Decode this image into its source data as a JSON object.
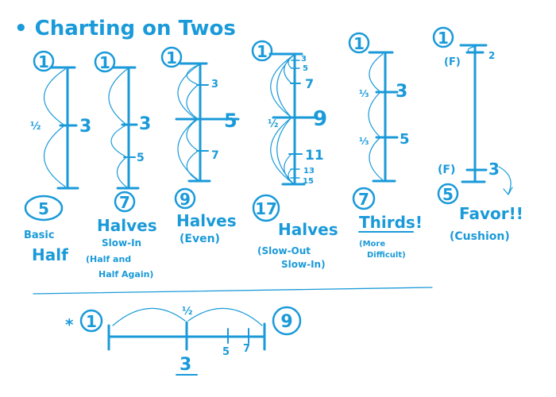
{
  "title": "• Charting on Twos",
  "colors": {
    "ink": "#1a9ad9",
    "background": "#ffffff"
  },
  "charts": [
    {
      "key_top": "1",
      "key_bottom": "5",
      "breakdowns": [
        "3"
      ],
      "marks": [
        "3"
      ],
      "arc_label": "½",
      "caption": [
        "Basic",
        "Half"
      ]
    },
    {
      "key_top": "1",
      "key_bottom": "7",
      "breakdowns": [
        "3"
      ],
      "marks": [
        "3",
        "5"
      ],
      "caption": [
        "Halves",
        "Slow-In",
        "(Half and",
        "Half Again)"
      ]
    },
    {
      "key_top": "1",
      "key_bottom": "9",
      "breakdowns": [
        "5"
      ],
      "marks": [
        "3",
        "5",
        "7"
      ],
      "caption": [
        "Halves",
        "(Even)"
      ]
    },
    {
      "key_top": "1",
      "key_bottom": "17",
      "breakdowns": [
        "9"
      ],
      "marks": [
        "3",
        "5",
        "7",
        "9",
        "11",
        "13",
        "15"
      ],
      "arc_label": "½",
      "caption": [
        "Halves",
        "(Slow-Out",
        "Slow-In)"
      ]
    },
    {
      "key_top": "1",
      "key_bottom": "7",
      "breakdowns": [],
      "marks": [
        "3",
        "5"
      ],
      "arc_labels": [
        "⅓",
        "⅓"
      ],
      "caption": [
        "Thirds!",
        "(More",
        "Difficult)"
      ]
    },
    {
      "key_top": "1",
      "key_bottom": "5",
      "breakdowns": [
        "3"
      ],
      "marks": [
        "2",
        "3"
      ],
      "favor_labels": [
        "(F)",
        "(F)"
      ],
      "caption": [
        "Favor!!",
        "(Cushion)"
      ]
    }
  ],
  "timeline": {
    "star": "*",
    "key_start": "1",
    "key_end": "9",
    "half_label": "½",
    "breakdown": "3",
    "marks": [
      "5",
      "7"
    ]
  }
}
